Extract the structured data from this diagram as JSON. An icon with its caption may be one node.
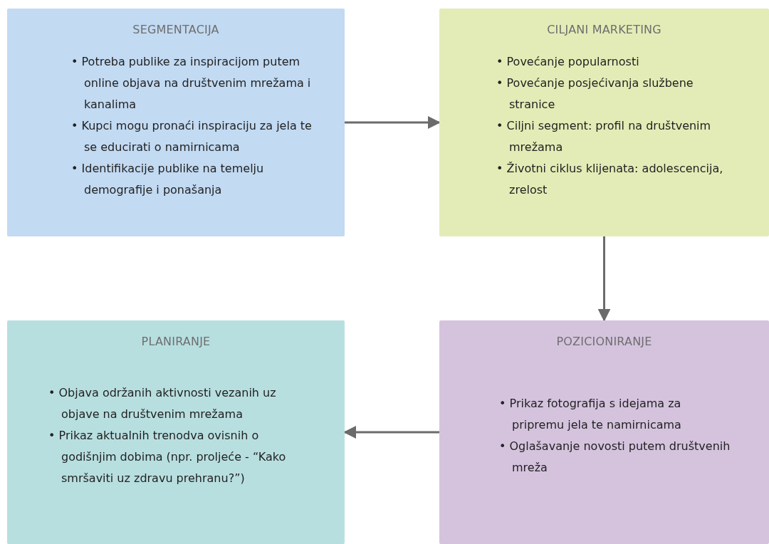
{
  "diagram": {
    "nodes": [
      {
        "text": [
          "SEGMENTACIJA",
          "• Potreba publike za inspiracijom putem online objava na društvenim mrežama i kanalima",
          "• Kupci mogu pronaći inspiraciju za jela te se educirati o namirnicama",
          "• Identifikacije publike na temelju demografije i ponašanja"
        ]
      },
      {
        "text": [
          "CILJANI MARKETING",
          "• Povećanje popularnosti",
          "• Povećanje posjećivanja službene stranice",
          "• Ciljni segment: profil na društvenim mrežama",
          "• Životni ciklus klijenata: adolescencija, zrelost"
        ]
      },
      {
        "text": [
          "PLANIRANJE",
          "• Objava održanih aktivnosti vezanih uz objave na društvenim mrežama",
          "• Prikaz aktualnih trenodva ovisnih o godišnjim dobima (npr. proljeće - “Kako smršaviti uz zdravu prehranu?”)"
        ]
      },
      {
        "text": [
          "POZICIONIRANJE",
          "• Prikaz fotografija s idejama za pripremu jela te namirnicama",
          "• Oglašavanje novosti putem društvenih mreža"
        ]
      }
    ],
    "edges": [
      {
        "from": 0,
        "to": 1,
        "arrow": "to"
      },
      {
        "from": 1,
        "to": 3,
        "arrow": "to"
      },
      {
        "from": 3,
        "to": 2,
        "arrow": "to"
      }
    ]
  }
}
